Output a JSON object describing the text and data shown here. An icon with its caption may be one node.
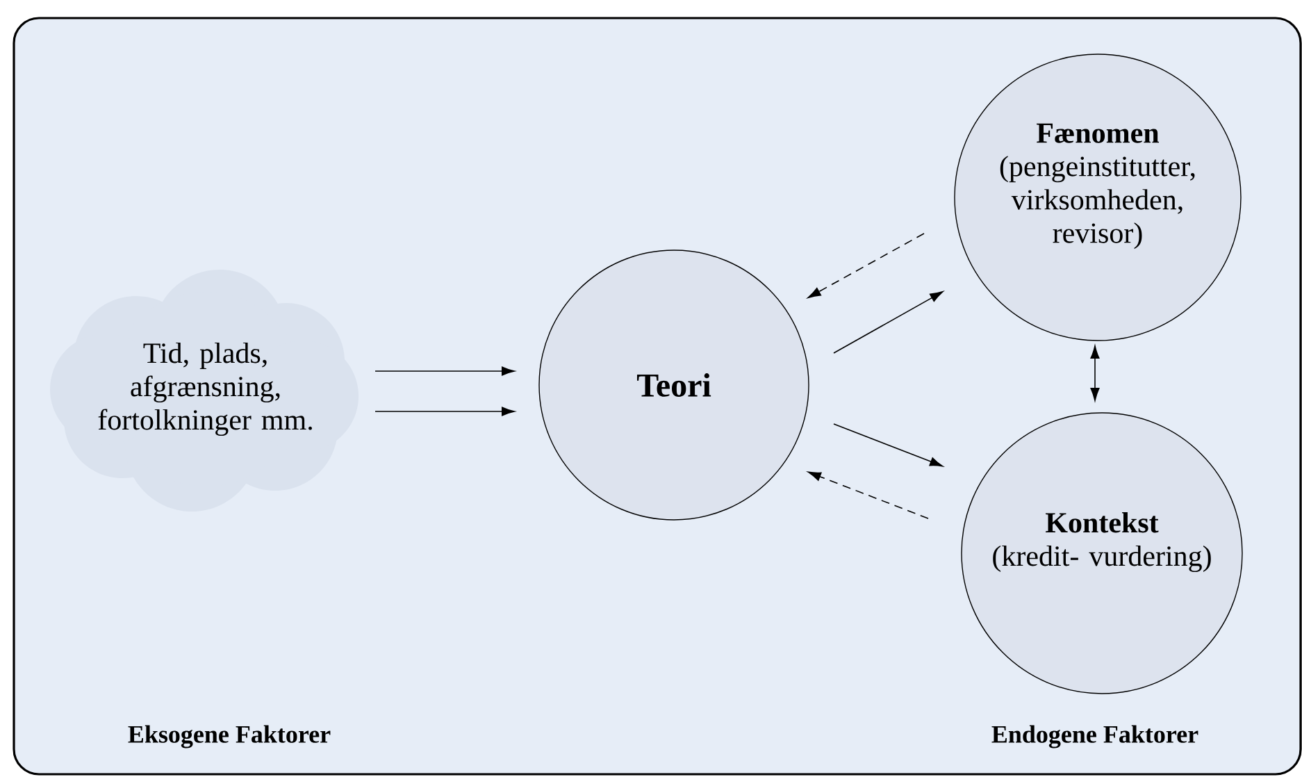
{
  "diagram": {
    "nodes": [
      {
        "text": [
          "Tid, plads, afgrænsning, fortolkninger mm."
        ]
      },
      {
        "text": [
          "Teori"
        ]
      },
      {
        "text": [
          "Fænomen",
          "(pengeinstitutter, virksomheden, revisor)"
        ]
      },
      {
        "text": [
          "Kontekst",
          "(kredit- vurdering)"
        ]
      }
    ],
    "edges": [
      {
        "from": 0,
        "to": 1,
        "arrow": "to"
      },
      {
        "from": 0,
        "to": 1,
        "arrow": "to"
      },
      {
        "from": 1,
        "to": 2,
        "arrow": "to"
      },
      {
        "from": 2,
        "to": 1,
        "arrow": "to",
        "style": "dashed"
      },
      {
        "from": 1,
        "to": 3,
        "arrow": "to"
      },
      {
        "from": 3,
        "to": 1,
        "arrow": "to",
        "style": "dashed"
      },
      {
        "from": 2,
        "to": 3,
        "arrow": "both"
      }
    ],
    "labels": [
      "Eksogene Faktorer",
      "Endogene Faktorer"
    ]
  }
}
